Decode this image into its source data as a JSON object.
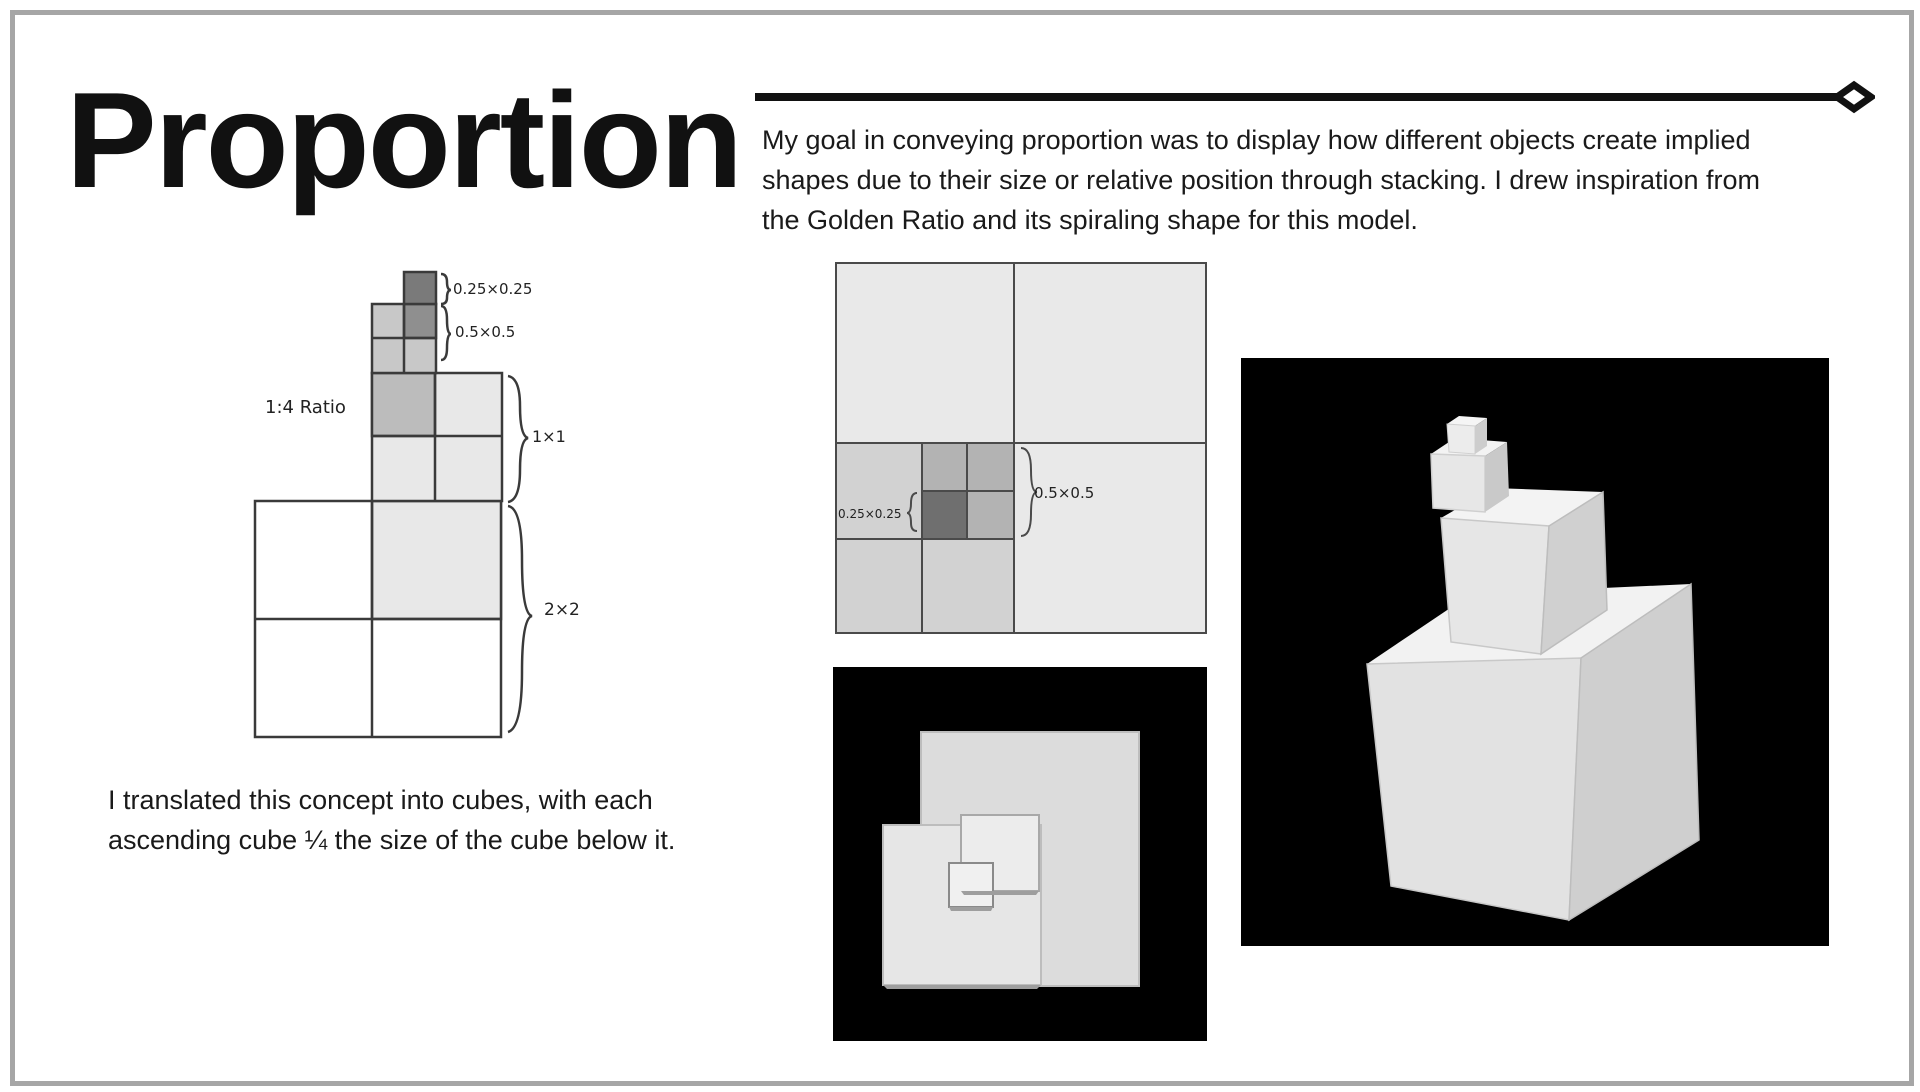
{
  "slide": {
    "title": "Proportion",
    "intro": "My goal in conveying proportion was to display how different objects create implied shapes due to their size or relative position through stacking. I drew inspiration from the Golden Ratio and its spiraling shape for this model.",
    "caption": "I translated this concept into cubes, with each ascending cube ¼ the size of the cube below it."
  },
  "elevation_sketch": {
    "ratio_label": "1:4 Ratio",
    "labels": [
      "0.25×0.25",
      "0.5×0.5",
      "1×1",
      "2×2"
    ]
  },
  "plan_sketch": {
    "labels": [
      "0.5×0.5",
      "0.25×0.25"
    ]
  },
  "photos": {
    "top_view": "photo of paper cube model from above",
    "perspective_view": "photo of stacked paper cubes"
  },
  "colors": {
    "frame_border": "#a6a6a6",
    "text": "#111111",
    "photo_background": "#000000",
    "paper": "#e9e9e9"
  }
}
